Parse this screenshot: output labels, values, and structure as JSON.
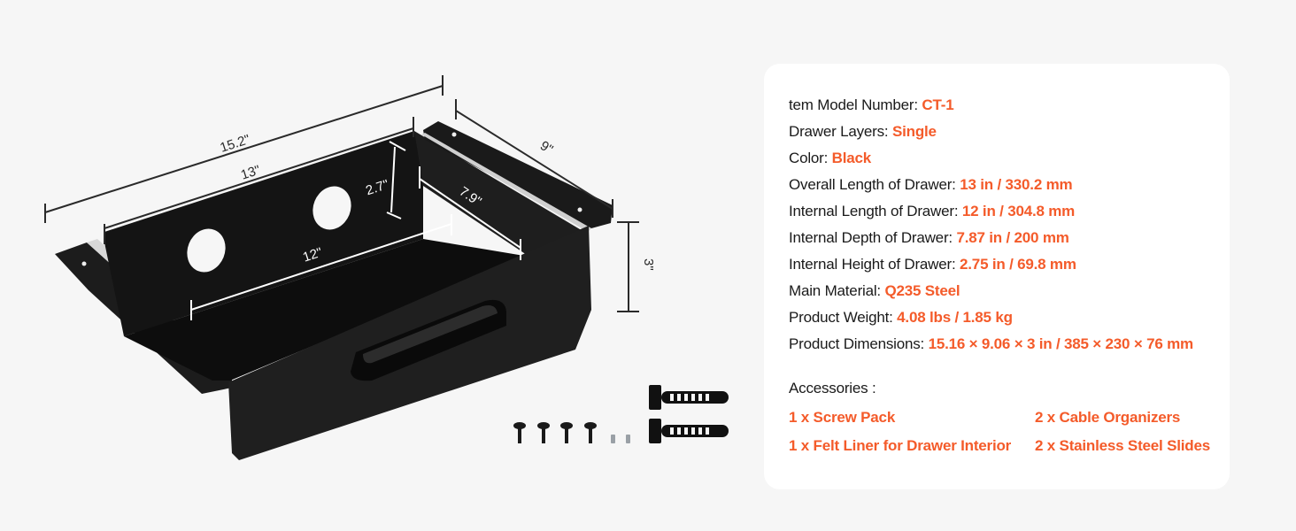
{
  "product_image": {
    "dimension_labels": {
      "overall_length": "15.2\"",
      "outer_length": "13\"",
      "inner_length": "12\"",
      "width": "9\"",
      "inner_depth": "7.9\"",
      "inner_height": "2.7\"",
      "height": "3\""
    },
    "accessories_shown": [
      "screws",
      "small-pins",
      "cable-organizers"
    ]
  },
  "specs": {
    "colors": {
      "accent": "#f45b2a",
      "text": "#1a1a1a",
      "card_bg": "#ffffff",
      "page_bg": "#f6f6f6"
    },
    "rows": [
      {
        "label": "tem Model Number: ",
        "value": "CT-1"
      },
      {
        "label": "Drawer Layers: ",
        "value": "Single"
      },
      {
        "label": "Color: ",
        "value": "Black"
      },
      {
        "label": "Overall Length of Drawer: ",
        "value": "13 in / 330.2 mm"
      },
      {
        "label": "Internal Length of Drawer: ",
        "value": "12 in / 304.8 mm"
      },
      {
        "label": "Internal Depth of Drawer: ",
        "value": "7.87 in / 200 mm"
      },
      {
        "label": "Internal Height of Drawer: ",
        "value": "2.75 in / 69.8 mm"
      },
      {
        "label": "Main Material: ",
        "value": "Q235 Steel"
      },
      {
        "label": "Product Weight: ",
        "value": "4.08 lbs / 1.85 kg"
      },
      {
        "label": "Product Dimensions: ",
        "value": "15.16 × 9.06 × 3 in / 385 × 230 × 76 mm"
      }
    ],
    "accessories_title": "Accessories :",
    "accessories": [
      "1 x Screw Pack",
      "2 x Cable Organizers",
      "1 x Felt Liner for Drawer Interior",
      "2 x Stainless Steel Slides"
    ]
  }
}
